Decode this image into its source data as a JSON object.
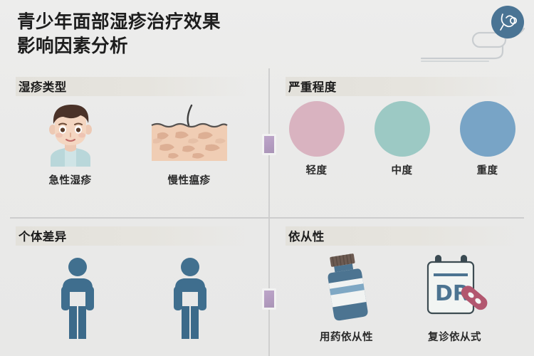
{
  "header": {
    "title_line1": "青少年面部湿疹治疗效果",
    "title_line2": "影响因素分析",
    "badge_icon": "stethoscope-icon"
  },
  "colors": {
    "background": "#eaeaea",
    "title_text": "#1d1d1d",
    "band": "#e3e1db",
    "divider": "#cfcfcf",
    "node_badge": "#b49cc1",
    "badge_circle": "#4a7494",
    "severity_mild": "#d9b3c0",
    "severity_moderate": "#9cc9c4",
    "severity_severe": "#78a4c6",
    "person_figure": "#41708f"
  },
  "sections": [
    {
      "id": "eczema-type",
      "title": "湿疹类型",
      "items": [
        {
          "label": "急性湿疹",
          "icon": "boy-face-icon"
        },
        {
          "label": "慢性瘟疹",
          "icon": "skin-cross-section-icon"
        }
      ]
    },
    {
      "id": "severity",
      "title": "严重程度",
      "items": [
        {
          "label": "轻度",
          "icon": "circle-mild-icon",
          "color": "#d9b3c0"
        },
        {
          "label": "中度",
          "icon": "circle-moderate-icon",
          "color": "#9cc9c4"
        },
        {
          "label": "重度",
          "icon": "circle-severe-icon",
          "color": "#78a4c6"
        }
      ]
    },
    {
      "id": "individual-differences",
      "title": "个体差异",
      "items": [
        {
          "label": "",
          "icon": "person-figure-icon"
        },
        {
          "label": "",
          "icon": "person-figure-icon"
        }
      ]
    },
    {
      "id": "compliance",
      "title": "依从性",
      "items": [
        {
          "label": "用药依从性",
          "icon": "medicine-bottle-icon"
        },
        {
          "label": "复诊依从式",
          "icon": "dr-calendar-icon"
        }
      ]
    }
  ],
  "dr_card": {
    "text": "DR"
  }
}
